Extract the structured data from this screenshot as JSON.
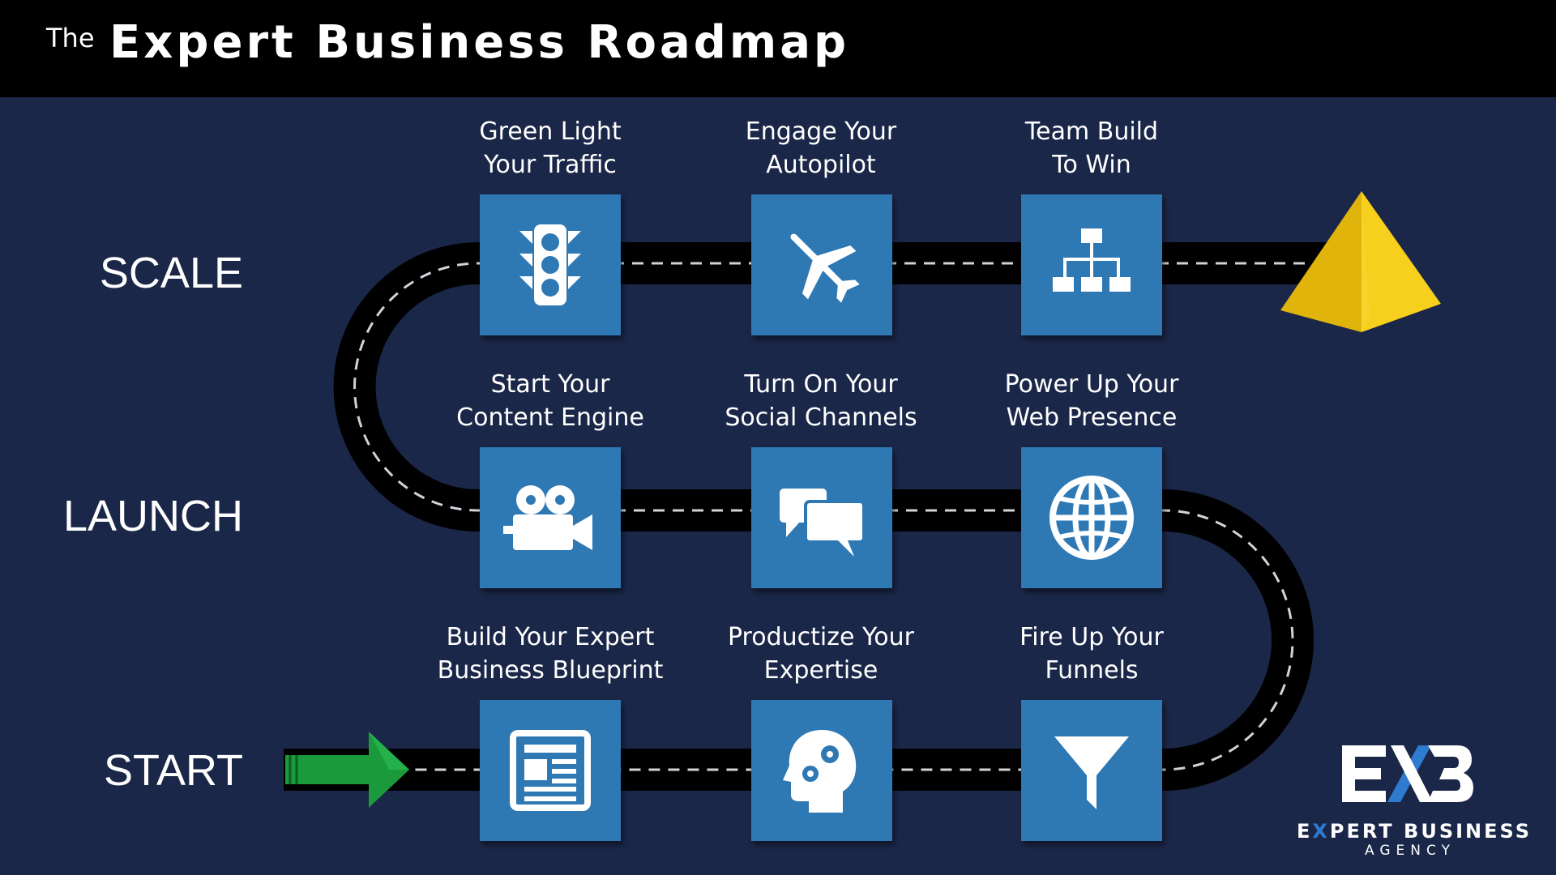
{
  "header": {
    "prefix": "The",
    "title": "Expert Business Roadmap"
  },
  "stages": {
    "scale": "SCALE",
    "launch": "LAUNCH",
    "start": "START"
  },
  "steps": {
    "blueprint": {
      "line1": "Build Your Expert",
      "line2": "Business Blueprint",
      "icon": "newspaper-icon"
    },
    "productize": {
      "line1": "Productize Your",
      "line2": "Expertise",
      "icon": "head-gears-icon"
    },
    "funnels": {
      "line1": "Fire Up Your",
      "line2": "Funnels",
      "icon": "funnel-icon"
    },
    "content": {
      "line1": "Start Your",
      "line2": "Content Engine",
      "icon": "video-camera-icon"
    },
    "social": {
      "line1": "Turn On Your",
      "line2": "Social Channels",
      "icon": "chat-bubbles-icon"
    },
    "web": {
      "line1": "Power Up Your",
      "line2": "Web Presence",
      "icon": "globe-icon"
    },
    "traffic": {
      "line1": "Green Light",
      "line2": "Your Traffic",
      "icon": "traffic-light-icon"
    },
    "autopilot": {
      "line1": "Engage Your",
      "line2": "Autopilot",
      "icon": "airplane-icon"
    },
    "team": {
      "line1": "Team Build",
      "line2": "To Win",
      "icon": "org-chart-icon"
    }
  },
  "logo": {
    "wordmark_pre": "E",
    "wordmark_x": "X",
    "wordmark_post": "PERT BUSINESS",
    "subtitle": "AGENCY"
  },
  "colors": {
    "background": "#1b2748",
    "tile": "#2e78b4",
    "road": "#000000",
    "arrow": "#1a9a3a",
    "pyramid": "#f2c40c",
    "logo_accent": "#2f7bd0"
  }
}
